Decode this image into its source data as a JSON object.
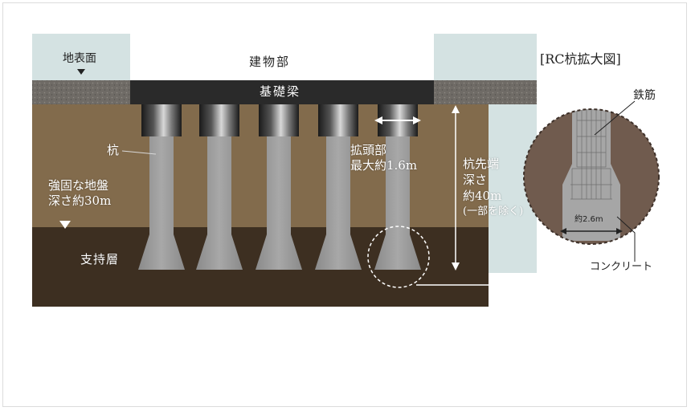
{
  "labels": {
    "ground_surface": "地表面",
    "building": "建物部",
    "foundation_beam": "基礎梁",
    "pile": "杭",
    "firm_ground_line1": "強固な地盤",
    "firm_ground_line2": "深さ約30m",
    "support_layer": "支持層",
    "enlarged_head_line1": "拡頭部",
    "enlarged_head_line2": "最大約1.6m",
    "pile_tip_depth_line1": "杭先端",
    "pile_tip_depth_line2": "深さ",
    "pile_tip_depth_line3": "約40m",
    "pile_tip_depth_line4": "(一部を除く)",
    "rc_enlarged_title": "[RC杭拡大図]",
    "rebar": "鉄筋",
    "base_width": "約2.6m",
    "concrete": "コンクリート"
  },
  "colors": {
    "light_panel": "#d4e2e2",
    "beam": "#2a2a2a",
    "gravel": "#6f6b66",
    "upper_soil": "#826b4c",
    "lower_soil": "#3d2f21",
    "pile": "#9c9c9c",
    "circle_fill": "#705b4e"
  }
}
